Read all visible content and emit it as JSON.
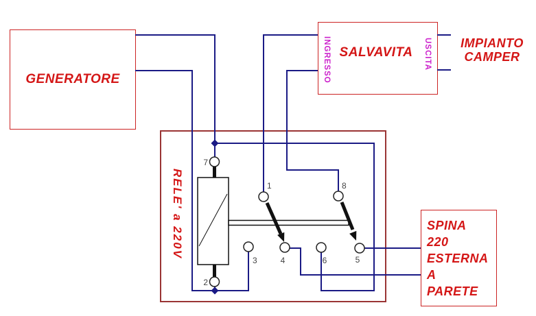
{
  "generator": {
    "label": "GENERATORE"
  },
  "salvavita": {
    "label": "SALVAVITA",
    "input_label": "INGRESSO",
    "output_label": "USCITA"
  },
  "impianto": {
    "line1": "IMPIANTO",
    "line2": "CAMPER"
  },
  "relay": {
    "label": "RELE' a 220V",
    "terminals": {
      "t7": "7",
      "t1": "1",
      "t8": "8",
      "t2": "2",
      "t3": "3",
      "t4": "4",
      "t6": "6",
      "t5": "5"
    }
  },
  "spina": {
    "lines": [
      "SPINA",
      "220",
      "ESTERNA",
      "A",
      "PARETE"
    ]
  },
  "colors": {
    "wire": "#1a1a85",
    "outer_box_border": "#cc2222",
    "relay_box_border": "#9a3434",
    "label_red": "#d41616",
    "label_magenta": "#cc22cc",
    "terminal_number_gray": "#444444"
  }
}
